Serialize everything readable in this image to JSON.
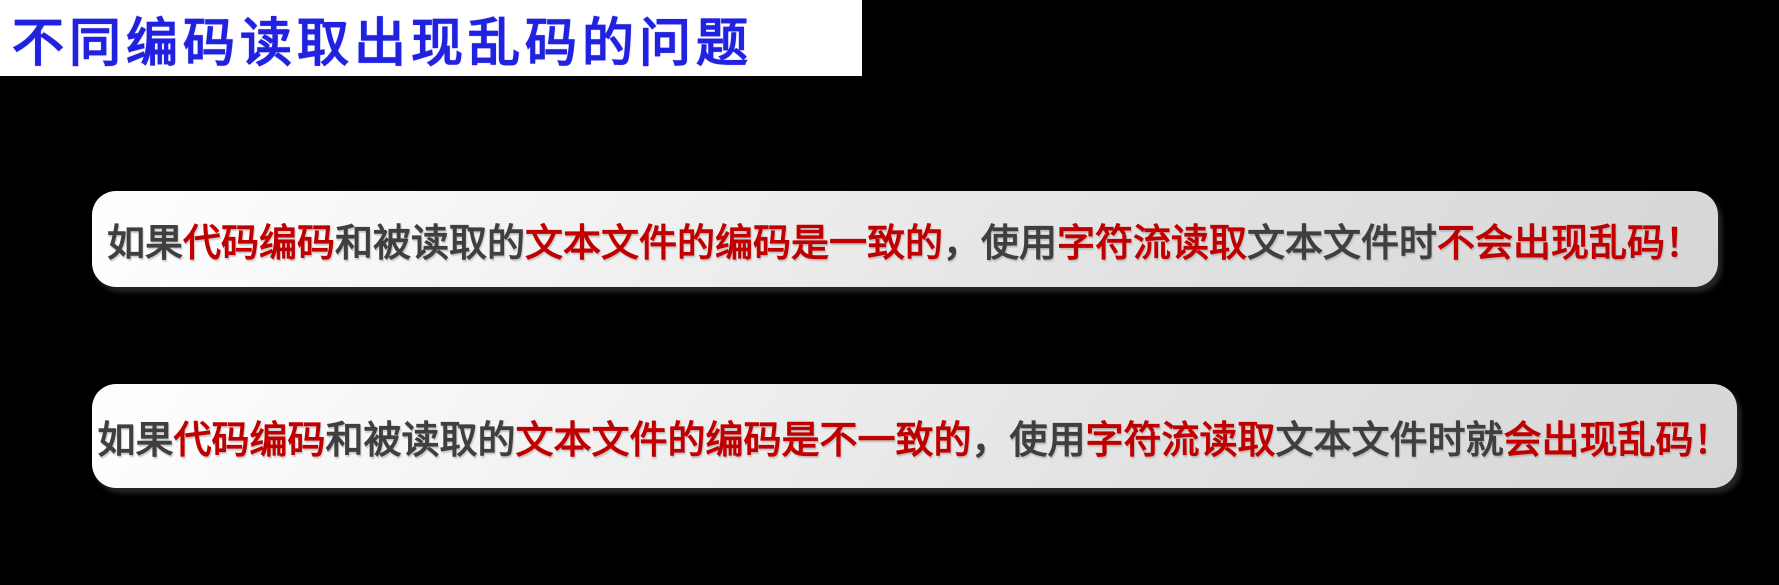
{
  "page": {
    "background_color": "#000000"
  },
  "title": {
    "text": "不同编码读取出现乱码的问题",
    "color": "#2121e0",
    "background_color": "#ffffff"
  },
  "text_colors": {
    "dark": "#3f3f3f",
    "red": "#c00000"
  },
  "boxes": [
    {
      "name": "encoding-match-statement",
      "segments": [
        {
          "text": "如果",
          "color": "dark"
        },
        {
          "text": "代码编码",
          "color": "red"
        },
        {
          "text": "和被读取的",
          "color": "dark"
        },
        {
          "text": "文本文件的编码是一致的",
          "color": "red"
        },
        {
          "text": "，使用",
          "color": "dark"
        },
        {
          "text": "字符流读取",
          "color": "red"
        },
        {
          "text": "文本文件时",
          "color": "dark"
        },
        {
          "text": "不会出现乱码！",
          "color": "red"
        }
      ]
    },
    {
      "name": "encoding-mismatch-statement",
      "segments": [
        {
          "text": "如果",
          "color": "dark"
        },
        {
          "text": "代码编码",
          "color": "red"
        },
        {
          "text": "和被读取的",
          "color": "dark"
        },
        {
          "text": "文本文件的编码是不一致的",
          "color": "red"
        },
        {
          "text": "，使用",
          "color": "dark"
        },
        {
          "text": "字符流读取",
          "color": "red"
        },
        {
          "text": "文本文件时就",
          "color": "dark"
        },
        {
          "text": "会出现乱码！",
          "color": "red"
        }
      ]
    }
  ]
}
